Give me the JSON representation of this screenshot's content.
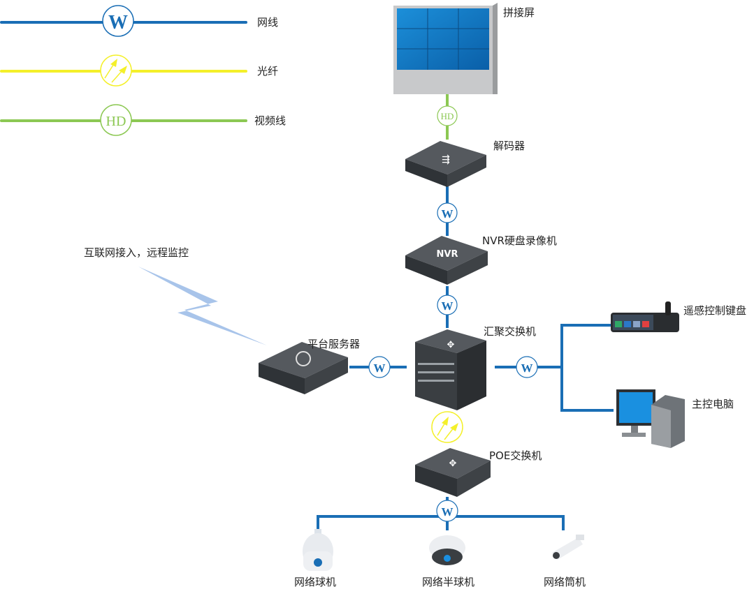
{
  "legend": [
    {
      "label": "网线",
      "badge": "W",
      "color": "#1a6eb5"
    },
    {
      "label": "光纤",
      "badge": "fiber-arrows",
      "color": "#f4f02a"
    },
    {
      "label": "视频线",
      "badge": "HD",
      "color": "#8cc853"
    }
  ],
  "badges": {
    "network": "W",
    "video": "HD"
  },
  "devices": {
    "video_wall": "拼接屏",
    "decoder": "解码器",
    "nvr": "NVR硬盘录像机",
    "nvr_face": "NVR",
    "core_switch": "汇聚交换机",
    "platform_server": "平台服务器",
    "internet": "互联网接入，远程监控",
    "keyboard": "遥感控制键盘",
    "pc": "主控电脑",
    "poe_switch": "POE交换机",
    "speed_dome": "网络球机",
    "dome": "网络半球机",
    "bullet": "网络筒机"
  },
  "colors": {
    "network": "#1a6eb5",
    "fiber": "#f4f02a",
    "video": "#8cc853",
    "device": "#3e4348"
  }
}
